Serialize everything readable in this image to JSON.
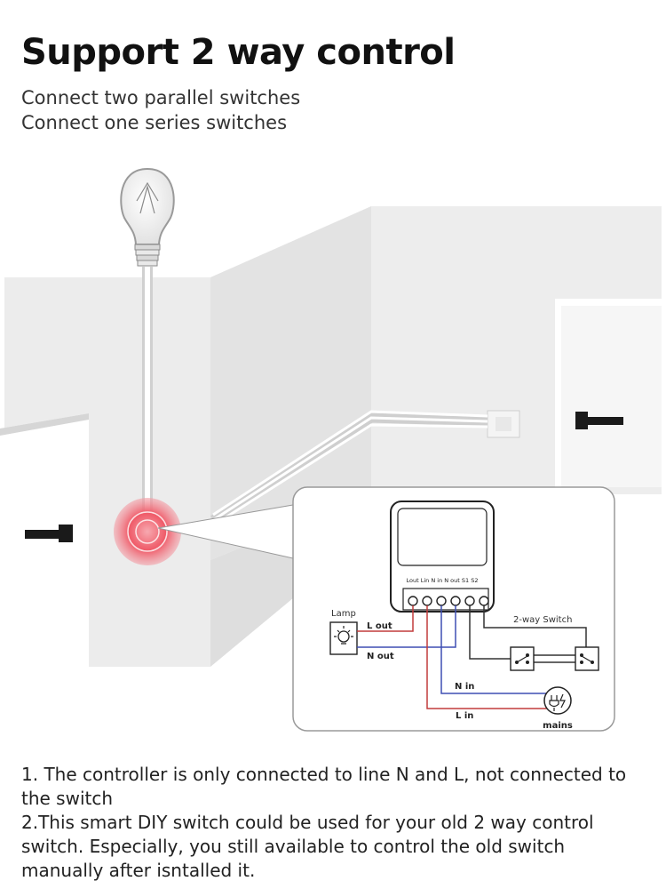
{
  "header": {
    "title": "Support 2 way control",
    "subtitle_lines": [
      "Connect two parallel switches",
      "Connect one series switches"
    ]
  },
  "diagram": {
    "module_terminals_label": "Lout Lin  N in N out S1  S2",
    "lamp_label": "Lamp",
    "lout_label": "L out",
    "nout_label": "N out",
    "nin_label": "N in",
    "lin_label": "L in",
    "switch_label": "2-way Switch",
    "mains_label": "mains",
    "colors": {
      "wall_light": "#ececec",
      "wall_mid": "#e3e3e3",
      "line_wire": "#c23b3b",
      "neutral_wire": "#3f4fb3",
      "switch_wire": "#333333",
      "glow": "#ef4f5f"
    }
  },
  "notes": [
    "1. The controller is only connected to line N and L, not connected to the switch",
    "2.This smart DIY switch could be used for your old 2 way control switch. Especially, you still available to control the old switch manually after isntalled it."
  ]
}
